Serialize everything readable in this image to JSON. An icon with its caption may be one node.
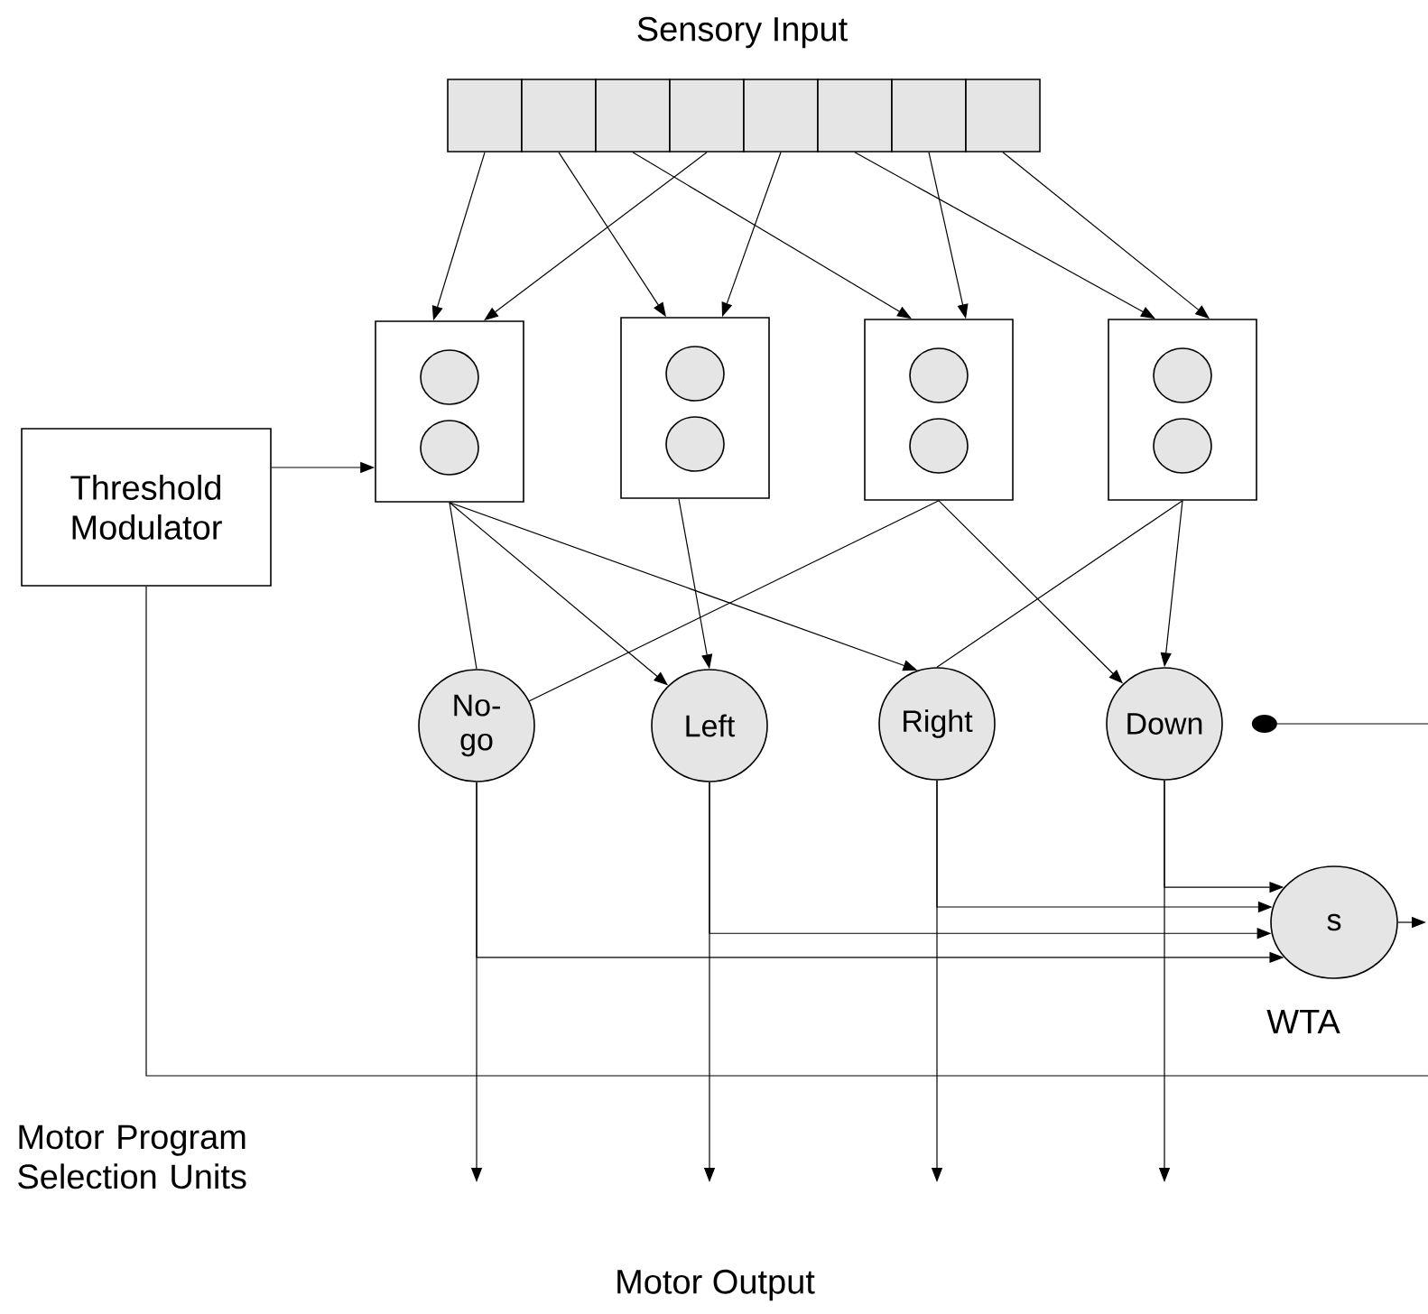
{
  "diagram": {
    "nodes": [
      {
        "text": [],
        "shape": "box"
      },
      {
        "text": [],
        "shape": "box"
      },
      {
        "text": [],
        "shape": "box"
      },
      {
        "text": [],
        "shape": "box"
      },
      {
        "text": [],
        "shape": "box"
      },
      {
        "text": [],
        "shape": "box"
      },
      {
        "text": [],
        "shape": "box"
      },
      {
        "text": [],
        "shape": "box"
      },
      {
        "text": [],
        "shape": "box"
      },
      {
        "text": [],
        "shape": "circle",
        "in": 8
      },
      {
        "text": [],
        "shape": "circle",
        "in": 8
      },
      {
        "text": [],
        "shape": "box"
      },
      {
        "text": [],
        "shape": "circle",
        "in": 11
      },
      {
        "text": [],
        "shape": "circle",
        "in": 11
      },
      {
        "text": [],
        "shape": "box"
      },
      {
        "text": [],
        "shape": "circle",
        "in": 14
      },
      {
        "text": [],
        "shape": "circle",
        "in": 14
      },
      {
        "text": [],
        "shape": "box"
      },
      {
        "text": [],
        "shape": "circle",
        "in": 17
      },
      {
        "text": [],
        "shape": "circle",
        "in": 17
      },
      {
        "text": [
          "Threshold Modulator"
        ]
      },
      {
        "text": [
          "No-go"
        ]
      },
      {
        "text": [
          "Left"
        ]
      },
      {
        "text": [
          "Right"
        ]
      },
      {
        "text": [
          "Down"
        ]
      },
      {
        "text": [
          "s"
        ],
        "beside": [
          "WTA"
        ]
      }
    ],
    "edges": [
      {
        "from": 0,
        "to": 8,
        "arrow": "to"
      },
      {
        "from": 3,
        "to": 8,
        "arrow": "to"
      },
      {
        "from": 1,
        "to": 11,
        "arrow": "to"
      },
      {
        "from": 4,
        "to": 11,
        "arrow": "to"
      },
      {
        "from": 2,
        "to": 14,
        "arrow": "to"
      },
      {
        "from": 6,
        "to": 14,
        "arrow": "to"
      },
      {
        "from": 5,
        "to": 17,
        "arrow": "to"
      },
      {
        "from": 7,
        "to": 17,
        "arrow": "to"
      },
      {
        "from": 20,
        "to": 8,
        "arrow": "to"
      },
      {
        "from": 8,
        "to": 21,
        "arrow": "none"
      },
      {
        "from": 8,
        "to": 22,
        "arrow": "to"
      },
      {
        "from": 8,
        "to": 23,
        "arrow": "to"
      },
      {
        "from": 11,
        "to": 22,
        "arrow": "to"
      },
      {
        "from": 14,
        "to": 21,
        "arrow": "none"
      },
      {
        "from": 14,
        "to": 24,
        "arrow": "to"
      },
      {
        "from": 17,
        "to": 23,
        "arrow": "none"
      },
      {
        "from": 17,
        "to": 24,
        "arrow": "to"
      },
      {
        "from": null,
        "to": 24,
        "arrow": "other"
      },
      {
        "from": 21,
        "to": null,
        "arrow": "to"
      },
      {
        "from": 22,
        "to": null,
        "arrow": "to"
      },
      {
        "from": 23,
        "to": null,
        "arrow": "to"
      },
      {
        "from": 24,
        "to": null,
        "arrow": "to"
      },
      {
        "from": 24,
        "to": 25,
        "arrow": "to"
      },
      {
        "from": 23,
        "to": 25,
        "arrow": "to"
      },
      {
        "from": 22,
        "to": 25,
        "arrow": "to"
      },
      {
        "from": 21,
        "to": 25,
        "arrow": "to"
      },
      {
        "from": 25,
        "to": null,
        "arrow": "to"
      },
      {
        "from": 20,
        "to": null,
        "arrow": "none"
      }
    ],
    "labels": [
      "Sensory Input",
      "Motor Program Selection Units",
      "Motor Output"
    ]
  }
}
